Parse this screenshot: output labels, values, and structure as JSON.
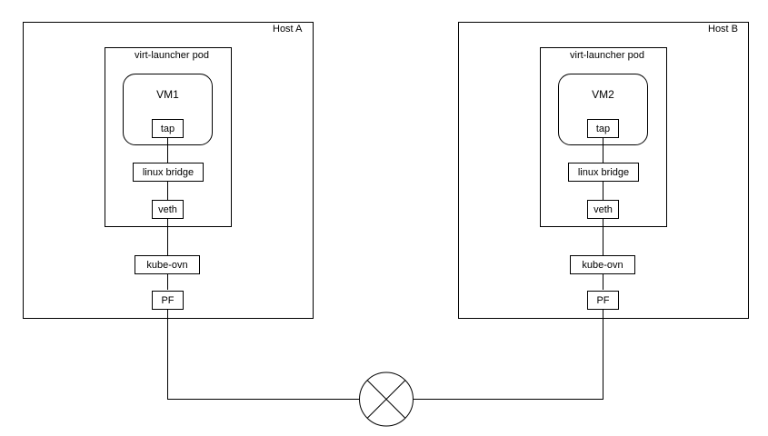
{
  "hosts": [
    {
      "label": "Host A",
      "pod_label": "virt-launcher pod",
      "vm_label": "VM1",
      "tap_label": "tap",
      "bridge_label": "linux bridge",
      "veth_label": "veth",
      "kubeovn_label": "kube-ovn",
      "pf_label": "PF"
    },
    {
      "label": "Host B",
      "pod_label": "virt-launcher pod",
      "vm_label": "VM2",
      "tap_label": "tap",
      "bridge_label": "linux bridge",
      "veth_label": "veth",
      "kubeovn_label": "kube-ovn",
      "pf_label": "PF"
    }
  ],
  "switch_icon": "circle-x-switch-icon",
  "colors": {
    "stroke": "#000000",
    "background": "#ffffff"
  }
}
